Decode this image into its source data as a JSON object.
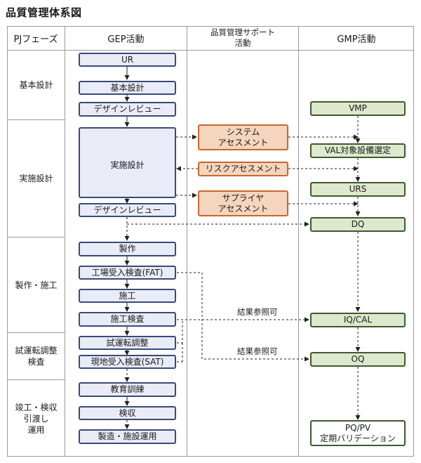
{
  "title": "品質管理体系図",
  "headers": {
    "phase": "PJフェーズ",
    "gep": "GEP活動",
    "support": "品質管理サポート\n活動",
    "gmp": "GMP活動"
  },
  "phases": [
    {
      "id": "basic",
      "label": "基本設計"
    },
    {
      "id": "detail",
      "label": "実施設計"
    },
    {
      "id": "manufacture",
      "label": "製作・施工"
    },
    {
      "id": "trial",
      "label": "試運転調整\n検査"
    },
    {
      "id": "completion",
      "label": "竣工・検収\n引渡し\n運用"
    }
  ],
  "gep": {
    "ur": "UR",
    "basic_design": "基本設計",
    "design_review_1": "デザインレビュー",
    "detail_design": "実施設計",
    "design_review_2": "デザインレビュー",
    "manufacture": "製作",
    "fat": "工場受入検査(FAT)",
    "construction": "施工",
    "construction_inspection": "施工検査",
    "trial_adjustment": "試運転調整",
    "sat": "現地受入検査(SAT)",
    "training": "教育訓練",
    "acceptance": "検収",
    "operation": "製造・施設運用"
  },
  "support": {
    "system_assessment": "システム\nアセスメント",
    "risk_assessment": "リスクアセスメント",
    "supplier_assessment": "サプライヤ\nアセスメント"
  },
  "gmp": {
    "vmp": "VMP",
    "val_selection": "VAL対象設備選定",
    "urs": "URS",
    "dq": "DQ",
    "iq_cal": "IQ/CAL",
    "oq": "OQ",
    "pq_pv": "PQ/PV\n定期バリデーション"
  },
  "notes": {
    "result_ref_1": "結果参照可",
    "result_ref_2": "結果参照可"
  },
  "colors": {
    "gep_fill": "#e9ebf6",
    "gep_border": "#3a4a78",
    "support_fill": "#f5d5bd",
    "support_border": "#c7682d",
    "gmp_fill": "#dde8cd",
    "gmp_border": "#3e5a2e"
  }
}
